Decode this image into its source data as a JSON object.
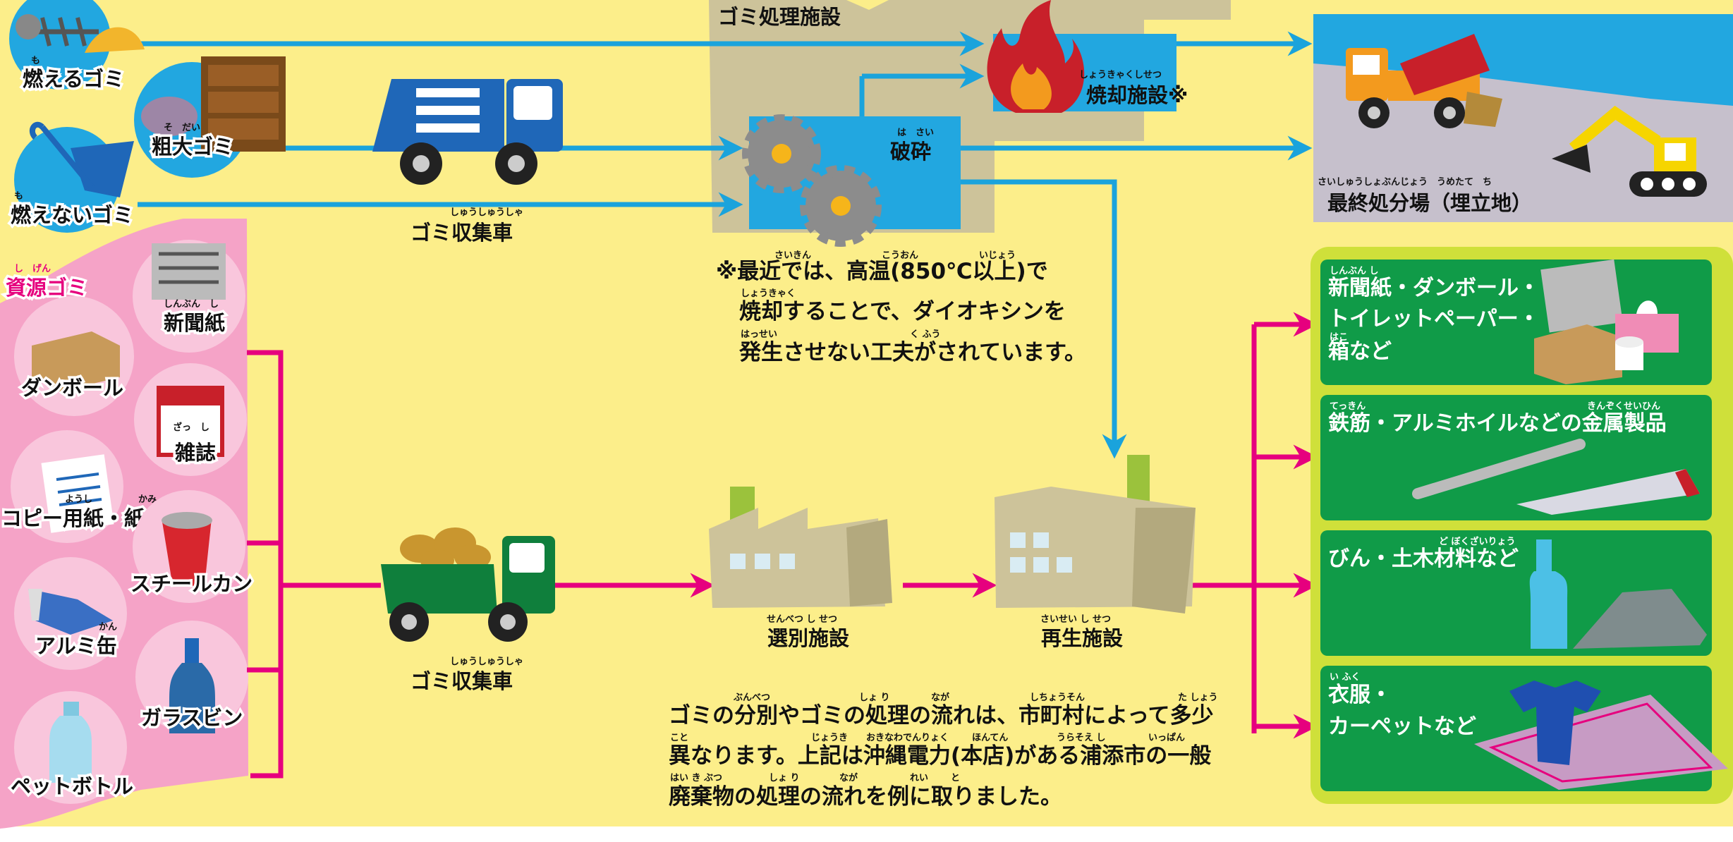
{
  "colors": {
    "background": "#fcee8a",
    "blue_flow": "#1aa3dc",
    "pink_flow": "#e6007e",
    "resource_panel": "#f5a3c7",
    "resource_circle": "#f9c6dc",
    "treatment_area": "#cdc39a",
    "landfill_bg": "#c6c0cc",
    "landfill_sky": "#22a7e0",
    "green_panel_border": "#cfe03a",
    "green_card": "#109b48"
  },
  "waste_types": {
    "burnable": {
      "label": "燃えるゴミ",
      "ruby": "も"
    },
    "bulky": {
      "label": "粗大ゴミ",
      "ruby": "そ　だい"
    },
    "nonburnable": {
      "label": "燃えないゴミ",
      "ruby": "も"
    }
  },
  "resources": {
    "title": "資源ゴミ",
    "title_ruby": "し　げん",
    "items": {
      "newspaper": {
        "label": "新聞紙",
        "ruby": "しんぶん　し"
      },
      "cardboard": {
        "label": "ダンボール"
      },
      "magazine": {
        "label": "雑誌",
        "ruby": "ざっ　し"
      },
      "copy_paper": {
        "label": "コピー用紙・紙",
        "ruby": "ようし",
        "ruby2": "かみ"
      },
      "steel_can": {
        "label": "スチールカン"
      },
      "aluminum_can": {
        "label": "アルミ缶",
        "ruby": "かん"
      },
      "glass_bottle": {
        "label": "ガラスビン"
      },
      "pet_bottle": {
        "label": "ペットボトル"
      }
    }
  },
  "trucks": {
    "garbage": {
      "label": "ゴミ収集車",
      "ruby": "しゅうしゅうしゃ"
    },
    "resource": {
      "label": "ゴミ収集車",
      "ruby": "しゅうしゅうしゃ"
    }
  },
  "treatment": {
    "title": "ゴミ処理施設",
    "incineration": {
      "label": "焼却施設※",
      "ruby": "しょうきゃくしせつ"
    },
    "crushing": {
      "label": "破砕",
      "ruby": "は　さい"
    }
  },
  "landfill": {
    "label": "最終処分場（埋立地）",
    "ruby": "さいしゅうしょぶんじょう　うめたて　ち"
  },
  "note_incineration": {
    "line1": "※最近では、高温(850℃以上)で",
    "line2": "焼却することで、ダイオキシンを",
    "line3": "発生させない工夫がされています。",
    "ruby_l1_a": "さいきん",
    "ruby_l1_b": "こうおん",
    "ruby_l1_c": "いじょう",
    "ruby_l2": "しょうきゃく",
    "ruby_l3_a": "はっせい",
    "ruby_l3_b": "く ふう"
  },
  "facilities": {
    "sorting": {
      "label": "選別施設",
      "ruby": "せんべつ し せつ"
    },
    "recycling": {
      "label": "再生施設",
      "ruby": "さいせい し せつ"
    }
  },
  "products": [
    {
      "line1": "新聞紙・ダンボール・",
      "line2": "トイレットペーパー・",
      "line3": "箱など",
      "ruby1": "しんぶん し",
      "ruby3": "はこ"
    },
    {
      "line1": "鉄筋・アルミホイルなどの金属製品",
      "ruby1": "てっきん",
      "ruby1b": "きんぞくせいひん"
    },
    {
      "line1": "びん・土木材料など",
      "ruby1": "ど ぼくざいりょう"
    },
    {
      "line1": "衣服・",
      "line2": "カーペットなど",
      "ruby1": "い ふく"
    }
  ],
  "note_bottom": {
    "line1": "ゴミの分別やゴミの処理の流れは、市町村によって多少",
    "line2": "異なります。上記は沖縄電力(本店)がある浦添市の一般",
    "line3": "廃棄物の処理の流れを例に取りました。",
    "ruby_l1_a": "ぶんべつ",
    "ruby_l1_b": "しょ り",
    "ruby_l1_c": "なが",
    "ruby_l1_d": "しちょうそん",
    "ruby_l1_e": "た しょう",
    "ruby_l2_a": "こと",
    "ruby_l2_b": "じょうき",
    "ruby_l2_c": "おきなわでんりょく",
    "ruby_l2_d": "ほんてん",
    "ruby_l2_e": "うらそえ し",
    "ruby_l2_f": "いっぱん",
    "ruby_l3_a": "はい き ぶつ",
    "ruby_l3_b": "しょ り",
    "ruby_l3_c": "なが",
    "ruby_l3_d": "れい",
    "ruby_l3_e": "と"
  },
  "icons": {
    "fish_bone": "fish-bone-icon",
    "umbrella": "umbrella-icon",
    "dresser": "dresser-icon",
    "garbage_truck": "garbage-truck-icon",
    "gear": "gear-icon",
    "flame": "flame-icon",
    "dump_truck": "dump-truck-icon",
    "excavator": "excavator-icon",
    "factory": "factory-icon",
    "toilet_paper": "toilet-paper-icon",
    "tissue_box": "tissue-box-icon",
    "bottle": "bottle-icon",
    "shirt": "shirt-icon",
    "carpet": "carpet-icon"
  }
}
